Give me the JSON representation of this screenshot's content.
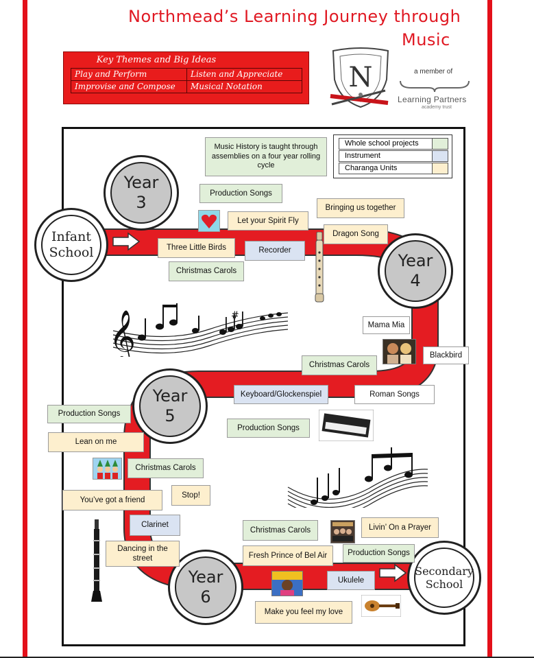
{
  "title": {
    "line1": "Northmead’s Learning Journey through",
    "line2": "Music"
  },
  "themes": {
    "header": "Key Themes and Big Ideas",
    "items": [
      "Play and Perform",
      "Listen and Appreciate",
      "Improvise and Compose",
      "Musical Notation"
    ]
  },
  "partner": {
    "member_text": "a member of",
    "name": "Learning Partners",
    "sub": "academy trust"
  },
  "history_note": "Music History is taught through assemblies on a four year rolling cycle",
  "legend": [
    {
      "label": "Whole school projects",
      "color": "#e1efd9"
    },
    {
      "label": "Instrument",
      "color": "#dae3f2"
    },
    {
      "label": "Charanga Units",
      "color": "#fdefce"
    }
  ],
  "stages": {
    "infant": [
      "Infant",
      "School"
    ],
    "year3": [
      "Year",
      "3"
    ],
    "year4": [
      "Year",
      "4"
    ],
    "year5": [
      "Year",
      "5"
    ],
    "year6": [
      "Year",
      "6"
    ],
    "secondary": [
      "Secondary",
      "School"
    ]
  },
  "units": {
    "y3_production": "Production Songs",
    "y3_spirit": "Let your Spirit Fly",
    "y3_birds": "Three Little Birds",
    "y3_recorder": "Recorder",
    "y3_carols": "Christmas Carols",
    "y4_together": "Bringing us together",
    "y4_dragon": "Dragon Song",
    "y4_mama": "Mama Mia",
    "y4_blackbird": "Blackbird",
    "y4_carols": "Christmas Carols",
    "y4_roman": "Roman Songs",
    "y5_keyboard": "Keyboard/Glockenspiel",
    "y5_production_left": "Production Songs",
    "y5_production_mid": "Production Songs",
    "y5_lean": "Lean on me",
    "y5_carols": "Christmas Carols",
    "y5_friend": "You’ve got a friend",
    "y5_stop": "Stop!",
    "y6_clarinet": "Clarinet",
    "y6_dancing": "Dancing in the street",
    "y6_carols": "Christmas Carols",
    "y6_prayer": "Livin’ On a Prayer",
    "y6_fresh": "Fresh Prince of Bel Air",
    "y6_production": "Production Songs",
    "y6_ukulele": "Ukulele",
    "y6_love": "Make you feel my love"
  }
}
